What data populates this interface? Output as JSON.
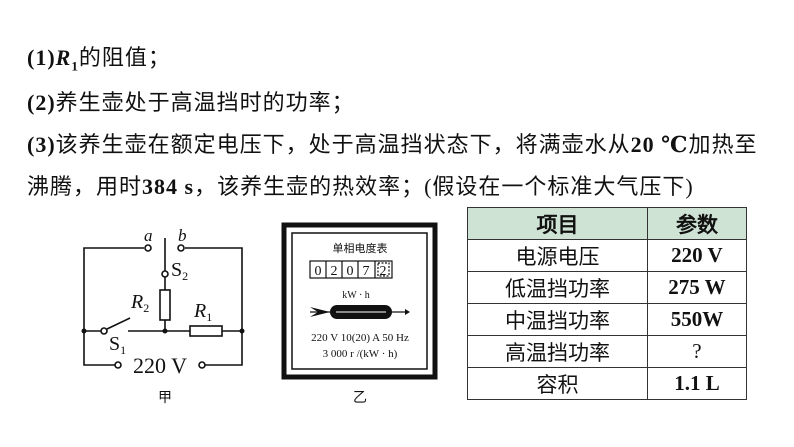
{
  "questions": [
    {
      "num": "(1)",
      "var": "R",
      "sub": "1",
      "text": "的阻值；"
    },
    {
      "num": "(2)",
      "text": "养生壶处于高温挡时的功率；"
    },
    {
      "num": "(3)",
      "text_a": "该养生壶在额定电压下，处于高温挡状态下，将满壶水从",
      "temp": "20 ℃",
      "text_b": "加热至"
    },
    {
      "text_a": "沸腾，用时",
      "time": "384 s",
      "text_b": "，该养生壶的热效率；(假设在一个标准大气压下)"
    }
  ],
  "circuit": {
    "a": "a",
    "b": "b",
    "s2": "S",
    "s2_sub": "2",
    "r2": "R",
    "r2_sub": "2",
    "r1": "R",
    "r1_sub": "1",
    "s1": "S",
    "s1_sub": "1",
    "voltage": "220 V",
    "caption": "甲"
  },
  "meter": {
    "title": "单相电度表",
    "digits": [
      "0",
      "2",
      "0",
      "7",
      "2"
    ],
    "unit": "kW · h",
    "rating": "220 V 10(20) A 50 Hz",
    "constant": "3 000 r /(kW · h)",
    "caption": "乙"
  },
  "table": {
    "headers": [
      "项目",
      "参数"
    ],
    "rows": [
      [
        "电源电压",
        "220 V"
      ],
      [
        "低温挡功率",
        "275 W"
      ],
      [
        "中温挡功率",
        "550W"
      ],
      [
        "高温挡功率",
        "?"
      ],
      [
        "容积",
        "1.1 L"
      ]
    ]
  },
  "colors": {
    "table_header_bg": "#cfe3d5"
  }
}
